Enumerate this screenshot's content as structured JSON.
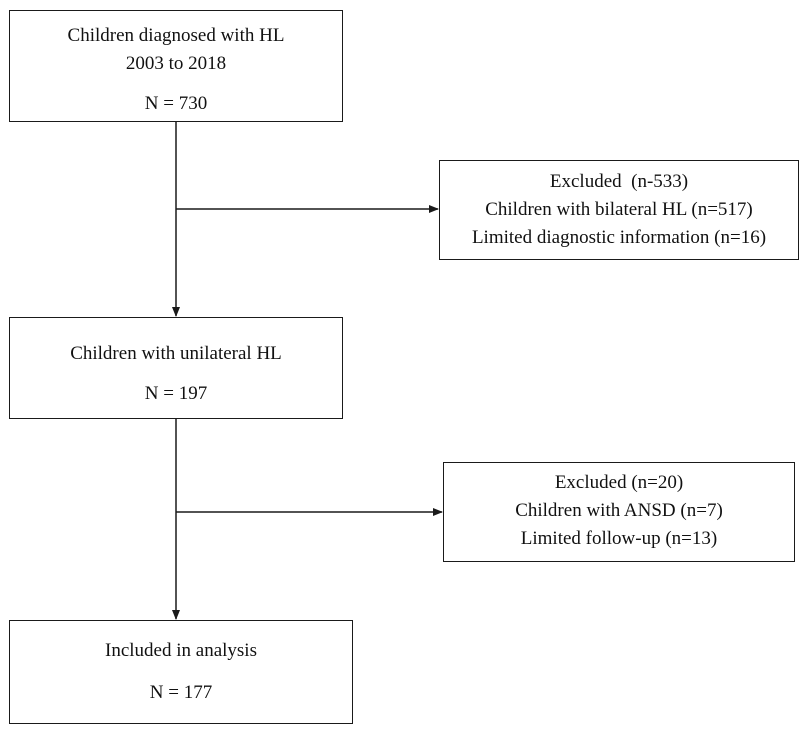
{
  "boxes": {
    "start": {
      "line1": "Children diagnosed with HL",
      "line2": "2003 to 2018",
      "count": "N = 730"
    },
    "exclusion1": {
      "title": "Excluded  (n-533)",
      "reason1": "Children with bilateral HL (n=517)",
      "reason2": "Limited diagnostic information (n=16)"
    },
    "unilateral": {
      "line1": "Children with unilateral HL",
      "count": "N = 197"
    },
    "exclusion2": {
      "title": "Excluded (n=20)",
      "reason1": "Children with ANSD (n=7)",
      "reason2": "Limited follow-up (n=13)"
    },
    "included": {
      "line1": "Included in analysis",
      "count": "N = 177"
    }
  },
  "colors": {
    "line": "#1a1a1a",
    "background": "#ffffff",
    "text": "#111111"
  }
}
